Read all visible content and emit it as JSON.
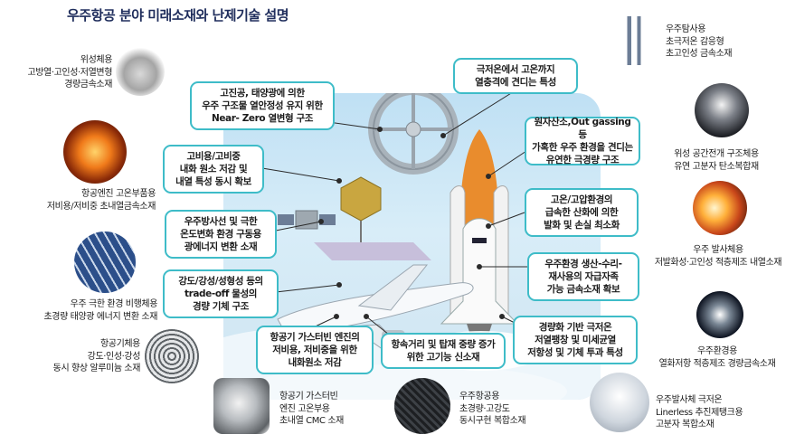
{
  "title": "우주항공 분야 미래소재와 난제기술 설명",
  "callouts": [
    {
      "id": "c1",
      "text": "고진공, 태양광에 의한\n우주 구조물 열안정성 유지 위한\nNear- Zero 열변형 구조"
    },
    {
      "id": "c2",
      "text": "극저온에서 고온까지\n열충격에 견디는 특성"
    },
    {
      "id": "c3",
      "text": "고비용/고비중\n내화 원소 저감 및\n내열 특성 동시 확보"
    },
    {
      "id": "c4",
      "text": "원자산소,Out gassing 등\n가혹한 우주 환경을 견디는\n유연한 극경량 구조"
    },
    {
      "id": "c5",
      "text": "우주방사선 및 극한\n온도변화 환경 구동용\n광에너지 변환 소재"
    },
    {
      "id": "c6",
      "text": "고온/고압환경의\n급속한 산화에 의한\n발화 및 손실 최소화"
    },
    {
      "id": "c7",
      "text": "강도/강성/성형성 등의\ntrade-off 물성의\n경량 기체 구조"
    },
    {
      "id": "c8",
      "text": "우주환경 생산-수리-\n재사용의 자급자족\n가능 금속소재 확보"
    },
    {
      "id": "c9",
      "text": "항공기 가스터빈 엔진의\n저비용, 저비중을 위한\n내화원소 저감"
    },
    {
      "id": "c10",
      "text": "항속거리 및 탑재 중량 증가\n위한 고기능 신소재"
    },
    {
      "id": "c11",
      "text": "경량화 기반 극저온\n저열팽창 및 미세균열\n저항성 및 기체 투과 특성"
    }
  ],
  "items": [
    {
      "id": "i1",
      "label": "위성체용\n고방열·고인성·저열변형\n경량금속소재",
      "icon": "powder-icon"
    },
    {
      "id": "i2",
      "label": "항공엔진 고온부품용\n저비용/저비중 초내열금속소재",
      "icon": "turbine-fire-icon"
    },
    {
      "id": "i3",
      "label": "우주 극한 환경 비행체용\n초경량 태양광 에너지 변환 소재",
      "icon": "solar-panel-icon"
    },
    {
      "id": "i4",
      "label": "항공기체용\n강도·인성·강성\n동시 향상 알루미늄 소재",
      "icon": "metal-coil-icon"
    },
    {
      "id": "i5",
      "label": "항공기 가스터빈\n엔진 고온부용\n초내열 CMC 소재",
      "icon": "engine-icon"
    },
    {
      "id": "i6",
      "label": "우주항공용\n초경량·고강도\n동시구현 복합소재",
      "icon": "carbon-fabric-icon"
    },
    {
      "id": "i7",
      "label": "우주발사체 극저온\nLinerless 추진제탱크용\n고분자 복합소재",
      "icon": "tank-icon"
    },
    {
      "id": "i8",
      "label": "우주환경용\n열화저항 적층제조 경량금속소재",
      "icon": "shuttle-icon"
    },
    {
      "id": "i9",
      "label": "우주 발사체용\n저발화성·고인성 적층제조 내열소재",
      "icon": "rocket-flame-icon"
    },
    {
      "id": "i10",
      "label": "위성 공간전개 구조체용\n유연 고분자 탄소복합재",
      "icon": "nozzle-icon"
    },
    {
      "id": "i11",
      "label": "우주탐사용\n초극저온 감응형\n초고인성 금속소재",
      "icon": "space-station-icon"
    }
  ]
}
